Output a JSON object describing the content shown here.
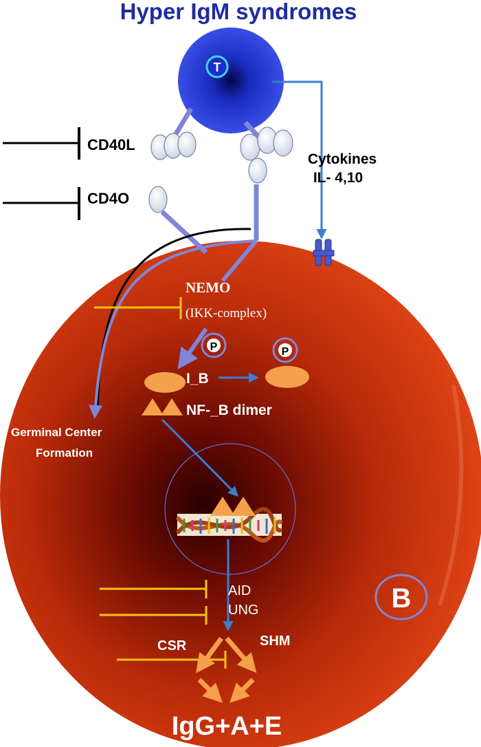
{
  "title": "Hyper IgM syndromes",
  "cells": {
    "t_cell_label": "T",
    "b_cell_label": "B"
  },
  "receptors": {
    "cd40l": "CD40L",
    "cd40": "CD4O",
    "cytokines_line1": "Cytokines",
    "cytokines_line2": "IL- 4,10"
  },
  "signaling": {
    "nemo": "NEMO",
    "ikk": "(IKK-complex)",
    "phospho_1": "P",
    "phospho_2": "P",
    "ikb": "I_B",
    "nfkb": "NF-_B dimer"
  },
  "outcomes": {
    "germinal_line1": "Germinal Center",
    "germinal_line2": "Formation",
    "aid": "AID",
    "ung": "UNG",
    "csr": "CSR",
    "shm": "SHM",
    "result": "IgG+A+E"
  },
  "colors": {
    "title": "#1f2d9e",
    "t_cell": "#2a3fd6",
    "b_cell": "#c02a0c",
    "connector": "#7f86d8",
    "blue_arrow": "#3a7fd0",
    "inhibition": "#f2c417",
    "orange": "#f5a04a"
  }
}
